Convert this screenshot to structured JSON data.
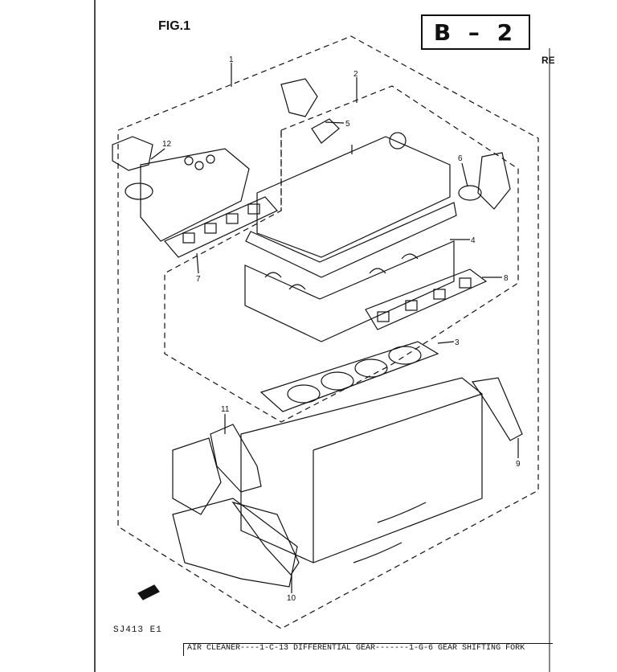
{
  "figure": {
    "label": "FIG.1",
    "badge": "B – 2",
    "cut_text": "RE"
  },
  "callouts": [
    "1",
    "2",
    "3",
    "4",
    "5",
    "6",
    "7",
    "8",
    "9",
    "10",
    "11",
    "12"
  ],
  "footer": {
    "model_code": "SJ413 E1",
    "index_line": "AIR CLEANER----1-C-13 DIFFERENTIAL GEAR-------1-G-6 GEAR SHIFTING FORK"
  }
}
